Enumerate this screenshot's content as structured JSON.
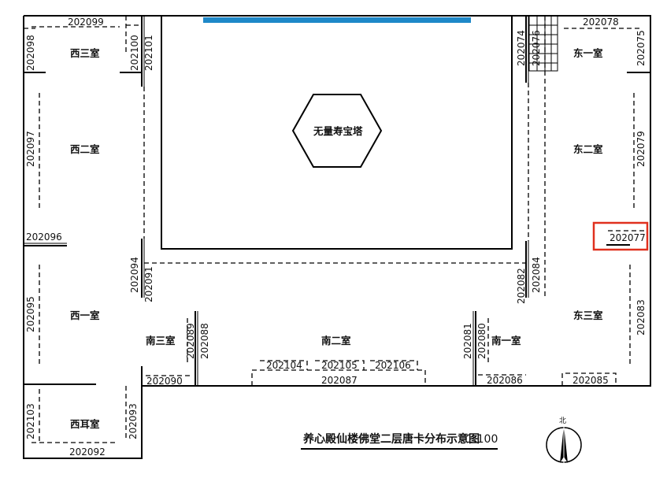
{
  "title": "养心殿仙楼佛堂二层唐卡分布示意图",
  "scale": "1:100",
  "north_label": "北",
  "rooms": {
    "xi_san": "西三室",
    "xi_er": "西二室",
    "xi_yi": "西一室",
    "xi_er_room": "西耳室",
    "dong_yi": "东一室",
    "dong_er": "东二室",
    "dong_san": "东三室",
    "nan_san": "南三室",
    "nan_er": "南二室",
    "nan_yi": "南一室",
    "pagoda": "无量寿宝塔"
  },
  "labels": {
    "l202099": "202099",
    "l202098": "202098",
    "l202100": "202100",
    "l202101": "202101",
    "l202097": "202097",
    "l202096": "202096",
    "l202094": "202094",
    "l202091": "202091",
    "l202095": "202095",
    "l202089": "202089",
    "l202088": "202088",
    "l202090": "202090",
    "l202103": "202103",
    "l202092": "202092",
    "l202093": "202093",
    "l202104": "202104",
    "l202105": "202105",
    "l202106": "202106",
    "l202087": "202087",
    "l202081": "202081",
    "l202080": "202080",
    "l202086": "202086",
    "l202074": "202074",
    "l202076": "202076",
    "l202078": "202078",
    "l202075": "202075",
    "l202079": "202079",
    "l202077": "202077",
    "l202082": "202082",
    "l202084": "202084",
    "l202083": "202083",
    "l202085": "202085"
  },
  "colors": {
    "highlight": "#e0301e",
    "top_bar": "#1e88c8"
  }
}
